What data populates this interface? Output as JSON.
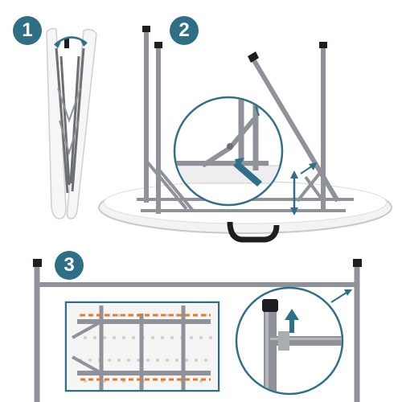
{
  "steps": [
    {
      "label": "1"
    },
    {
      "label": "2"
    },
    {
      "label": "3"
    }
  ],
  "colors": {
    "badge": "#2e6f86",
    "accent": "#2f6f8a",
    "frame": "#8f9399",
    "frame_dark": "#6c7075",
    "tabletop": "#f3f3f3",
    "tabletop_edge": "#c9c9c9",
    "highlight": "#e87a2a",
    "cap": "#1e1e1e"
  },
  "icons": [
    "rotate-arrow-icon",
    "push-arrow-icon",
    "up-down-arrow-icon",
    "up-arrow-icon"
  ]
}
